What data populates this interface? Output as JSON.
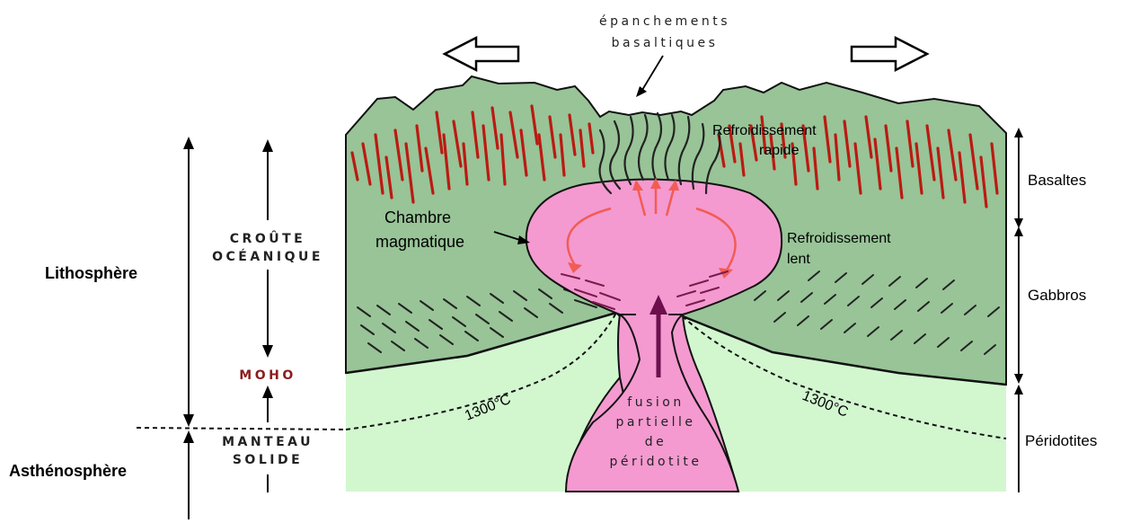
{
  "labels": {
    "epanchements_line1": "épanchements",
    "epanchements_line2": "basaltiques",
    "refroid_rapide_line1": "Refroidissement",
    "refroid_rapide_line2": "rapide",
    "chambre_line1": "Chambre",
    "chambre_line2": "magmatique",
    "refroid_lent_line1": "Refroidissement",
    "refroid_lent_line2": "lent",
    "fusion_line1": "fusion",
    "fusion_line2": "partielle",
    "fusion_line3": "de",
    "fusion_line4": "péridotite",
    "isotherm_left": "1300°C",
    "isotherm_right": "1300°C"
  },
  "left_axis": {
    "croute_line1": "CROÛTE",
    "croute_line2": "OCÉANIQUE",
    "moho": "MOHO",
    "manteau_line1": "MANTEAU",
    "manteau_line2": "SOLIDE",
    "lithosphere": "Lithosphère",
    "asthenosphere": "Asthénosphère"
  },
  "right_axis": {
    "basaltes": "Basaltes",
    "gabbros": "Gabbros",
    "peridotites": "Péridotites"
  },
  "colors": {
    "crust_green": "#98c497",
    "mantle_light_green": "#d2f7cf",
    "magma_pink": "#f49ad0",
    "dike_red": "#bb1a12",
    "flow_arrow": "#f25c55",
    "moho_text": "#8b1e1e",
    "ascent_arrow": "#6d0f4c"
  }
}
